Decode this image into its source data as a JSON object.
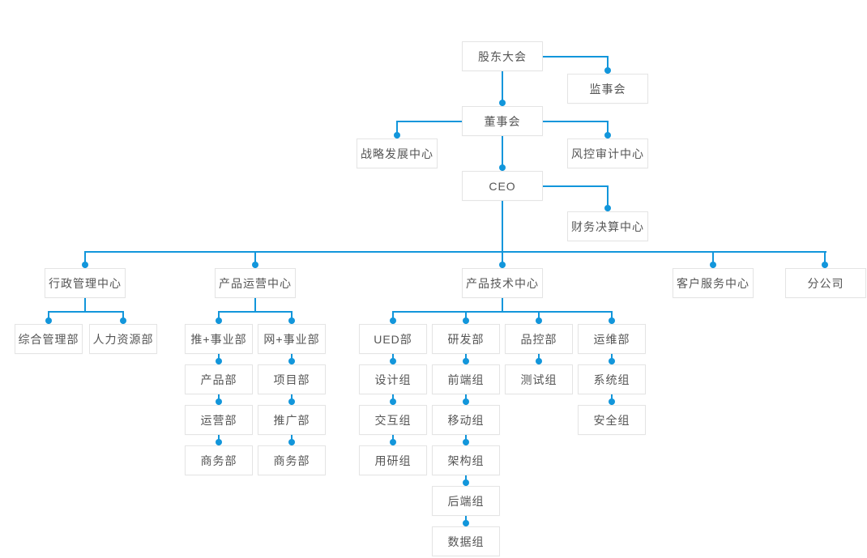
{
  "colors": {
    "accent": "#1296db",
    "box_border": "#e4e4e4",
    "text": "#555555",
    "background": "#ffffff"
  },
  "diagram_type": "org-chart",
  "nodes": {
    "shareholders": {
      "label": "股东大会"
    },
    "supervisory": {
      "label": "监事会"
    },
    "board": {
      "label": "董事会"
    },
    "strategy": {
      "label": "战略发展中心"
    },
    "risk_audit": {
      "label": "风控审计中心"
    },
    "ceo": {
      "label": "CEO"
    },
    "finance": {
      "label": "财务决算中心"
    },
    "admin_center": {
      "label": "行政管理中心"
    },
    "general_mgmt": {
      "label": "综合管理部"
    },
    "hr": {
      "label": "人力资源部"
    },
    "product_ops_center": {
      "label": "产品运营中心"
    },
    "tui_division": {
      "label": "推+事业部"
    },
    "product_dept": {
      "label": "产品部"
    },
    "operations_dept": {
      "label": "运营部"
    },
    "business_dept_tui": {
      "label": "商务部"
    },
    "wang_division": {
      "label": "网+事业部"
    },
    "project_dept": {
      "label": "项目部"
    },
    "promotion_dept": {
      "label": "推广部"
    },
    "business_dept_wang": {
      "label": "商务部"
    },
    "tech_center": {
      "label": "产品技术中心"
    },
    "ued_dept": {
      "label": "UED部"
    },
    "design_group": {
      "label": "设计组"
    },
    "interaction_group": {
      "label": "交互组"
    },
    "user_research_group": {
      "label": "用研组"
    },
    "rd_dept": {
      "label": "研发部"
    },
    "frontend_group": {
      "label": "前端组"
    },
    "mobile_group": {
      "label": "移动组"
    },
    "architecture_group": {
      "label": "架构组"
    },
    "backend_group": {
      "label": "后端组"
    },
    "data_group": {
      "label": "数据组"
    },
    "qc_dept": {
      "label": "品控部"
    },
    "testing_group": {
      "label": "测试组"
    },
    "devops_dept": {
      "label": "运维部"
    },
    "system_group": {
      "label": "系统组"
    },
    "security_group": {
      "label": "安全组"
    },
    "customer_service_center": {
      "label": "客户服务中心"
    },
    "branch_company": {
      "label": "分公司"
    }
  },
  "edges_as_drawn": [
    [
      "shareholders",
      "supervisory"
    ],
    [
      "shareholders",
      "board"
    ],
    [
      "board",
      "strategy"
    ],
    [
      "board",
      "risk_audit"
    ],
    [
      "board",
      "ceo"
    ],
    [
      "ceo",
      "finance"
    ],
    [
      "ceo",
      "admin_center"
    ],
    [
      "ceo",
      "product_ops_center"
    ],
    [
      "ceo",
      "tech_center"
    ],
    [
      "ceo",
      "customer_service_center"
    ],
    [
      "ceo",
      "branch_company"
    ],
    [
      "admin_center",
      "general_mgmt"
    ],
    [
      "admin_center",
      "hr"
    ],
    [
      "product_ops_center",
      "tui_division"
    ],
    [
      "product_ops_center",
      "wang_division"
    ],
    [
      "tui_division",
      "product_dept"
    ],
    [
      "product_dept",
      "operations_dept"
    ],
    [
      "operations_dept",
      "business_dept_tui"
    ],
    [
      "wang_division",
      "project_dept"
    ],
    [
      "project_dept",
      "promotion_dept"
    ],
    [
      "promotion_dept",
      "business_dept_wang"
    ],
    [
      "tech_center",
      "ued_dept"
    ],
    [
      "tech_center",
      "rd_dept"
    ],
    [
      "tech_center",
      "qc_dept"
    ],
    [
      "tech_center",
      "devops_dept"
    ],
    [
      "ued_dept",
      "design_group"
    ],
    [
      "design_group",
      "interaction_group"
    ],
    [
      "interaction_group",
      "user_research_group"
    ],
    [
      "rd_dept",
      "frontend_group"
    ],
    [
      "frontend_group",
      "mobile_group"
    ],
    [
      "mobile_group",
      "architecture_group"
    ],
    [
      "architecture_group",
      "backend_group"
    ],
    [
      "backend_group",
      "data_group"
    ],
    [
      "qc_dept",
      "testing_group"
    ],
    [
      "devops_dept",
      "system_group"
    ],
    [
      "system_group",
      "security_group"
    ]
  ]
}
